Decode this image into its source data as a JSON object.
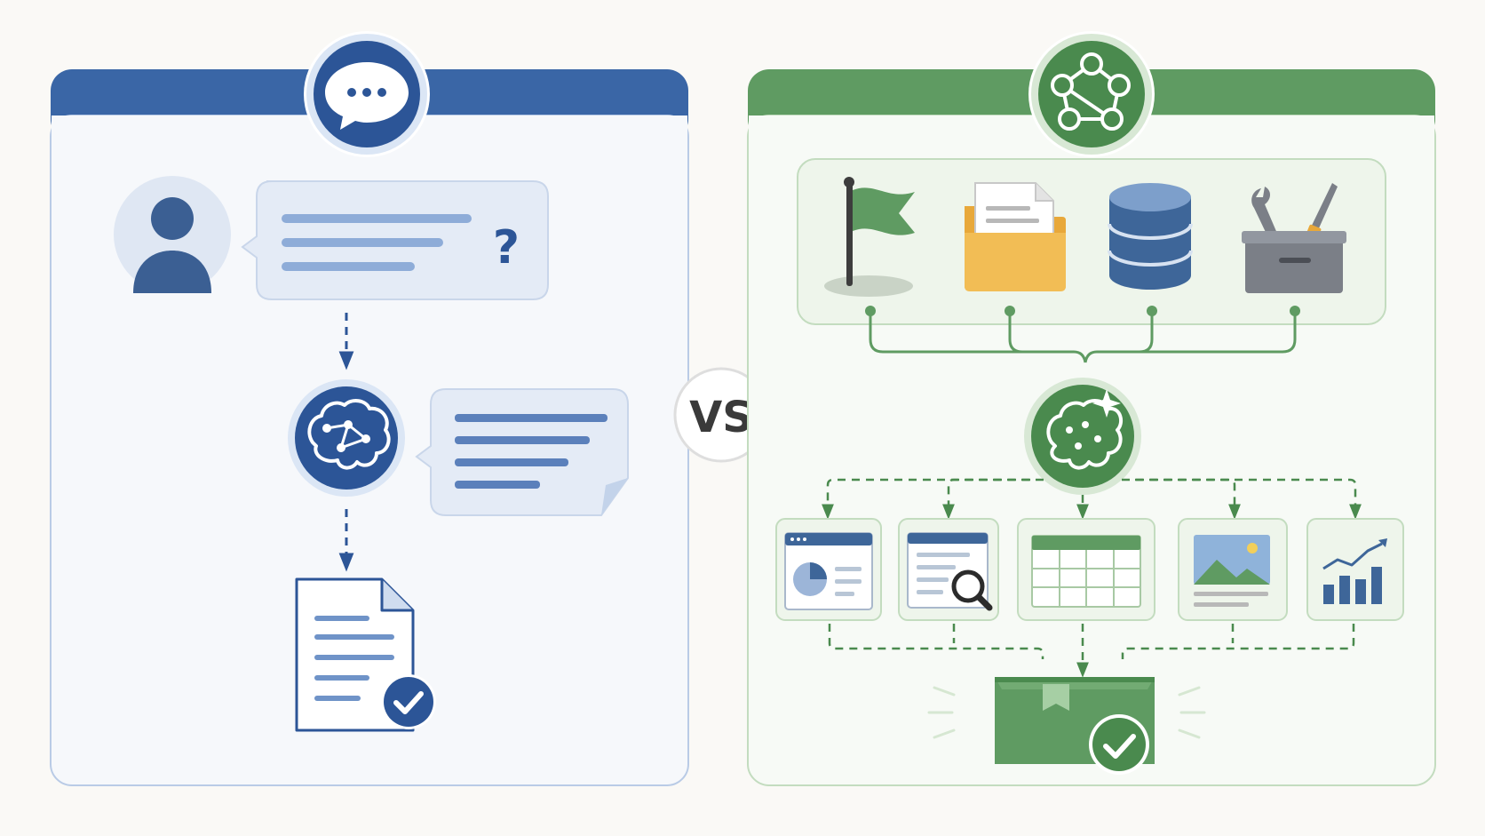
{
  "comparison": {
    "divider_label": "VS"
  },
  "left_panel": {
    "theme": "chat assistant",
    "header_icon": "chat-bubble-icon",
    "accent_color": "#3a66a6",
    "dark_color": "#2c5597",
    "flow": [
      {
        "step": "user-question",
        "icons": [
          "user-avatar-icon",
          "question-mark-icon"
        ]
      },
      {
        "step": "ai-answer",
        "icons": [
          "brain-network-icon",
          "answer-note-icon"
        ]
      },
      {
        "step": "final-document",
        "icons": [
          "document-icon",
          "check-badge-icon"
        ]
      }
    ],
    "question_mark": "?"
  },
  "right_panel": {
    "theme": "agent workflow",
    "header_icon": "workflow-network-icon",
    "accent_color": "#5f9b62",
    "dark_color": "#4a8a4e",
    "inputs": [
      {
        "name": "goal",
        "icon": "flag-icon"
      },
      {
        "name": "files",
        "icon": "folder-icon"
      },
      {
        "name": "database",
        "icon": "database-icon"
      },
      {
        "name": "tools",
        "icon": "toolbox-icon"
      }
    ],
    "agent_icon": "brain-sparkle-icon",
    "outputs": [
      {
        "name": "dashboard",
        "icon": "pie-window-icon"
      },
      {
        "name": "search-report",
        "icon": "search-doc-icon"
      },
      {
        "name": "spreadsheet",
        "icon": "table-icon"
      },
      {
        "name": "image",
        "icon": "image-icon"
      },
      {
        "name": "trend-chart",
        "icon": "bar-chart-icon"
      }
    ],
    "result_icon": "package-check-icon"
  }
}
